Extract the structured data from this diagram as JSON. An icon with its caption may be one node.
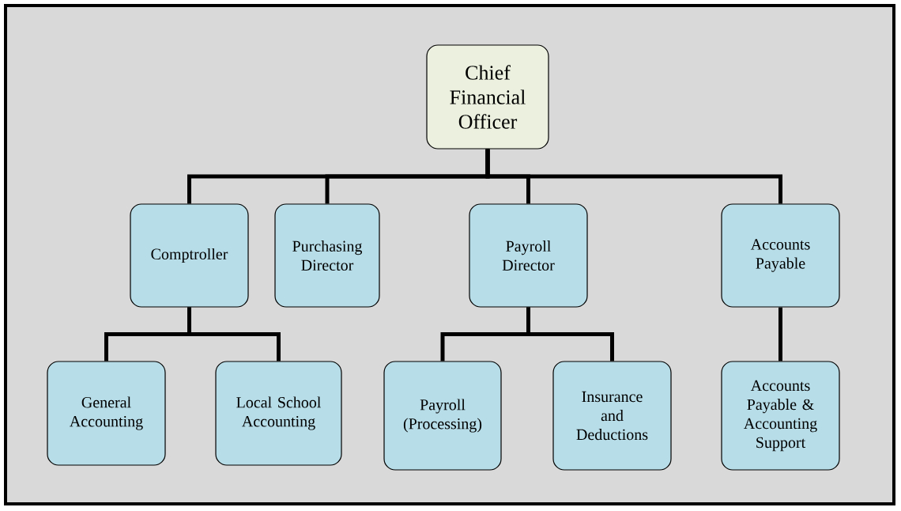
{
  "diagram": {
    "nodes": [
      {
        "text": [
          "Chief Financial Officer"
        ]
      },
      {
        "text": [
          "Comptroller"
        ]
      },
      {
        "text": [
          "Purchasing Director"
        ]
      },
      {
        "text": [
          "Payroll Director"
        ]
      },
      {
        "text": [
          "Accounts Payable"
        ]
      },
      {
        "text": [
          "General Accounting"
        ]
      },
      {
        "text": [
          "Local School Accounting"
        ]
      },
      {
        "text": [
          "Payroll (Processing)"
        ]
      },
      {
        "text": [
          "Insurance and Deductions"
        ]
      },
      {
        "text": [
          "Accounts Payable & Accounting Support"
        ]
      }
    ],
    "edges": [
      {
        "from": 0,
        "to": 1,
        "arrow": "none"
      },
      {
        "from": 0,
        "to": 2,
        "arrow": "none"
      },
      {
        "from": 0,
        "to": 3,
        "arrow": "none"
      },
      {
        "from": 0,
        "to": 4,
        "arrow": "none"
      },
      {
        "from": 1,
        "to": 5,
        "arrow": "none"
      },
      {
        "from": 1,
        "to": 6,
        "arrow": "none"
      },
      {
        "from": 3,
        "to": 7,
        "arrow": "none"
      },
      {
        "from": 3,
        "to": 8,
        "arrow": "none"
      },
      {
        "from": 4,
        "to": 9,
        "arrow": "none"
      }
    ]
  }
}
